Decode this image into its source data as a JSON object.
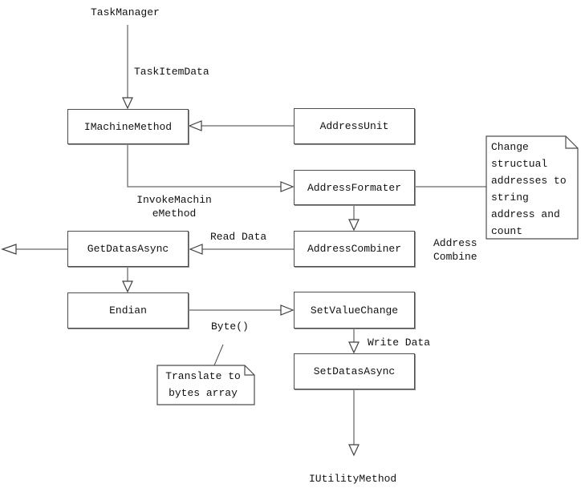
{
  "diagram": {
    "nodes": {
      "task_manager": "TaskManager",
      "imachine_method": "IMachineMethod",
      "address_unit": "AddressUnit",
      "address_formater": "AddressFormater",
      "address_combiner": "AddressCombiner",
      "get_datas_async": "GetDatasAsync",
      "endian": "Endian",
      "set_value_change": "SetValueChange",
      "set_datas_async": "SetDatasAsync",
      "iutility_method": "IUtilityMethod"
    },
    "edge_labels": {
      "task_item_data": "TaskItemData",
      "invoke_machine_method": "InvokeMachin\neMethod",
      "read_data": "Read Data",
      "address_combine": "Address\nCombine",
      "byte_call": "Byte()",
      "write_data": "Write Data"
    },
    "notes": {
      "change_structural": "Change structual addresses to string address and count",
      "translate_bytes": "Translate to bytes array"
    },
    "colors": {
      "line": "#808080",
      "border": "#4d4d4d",
      "text": "#111111",
      "background": "#ffffff"
    }
  }
}
